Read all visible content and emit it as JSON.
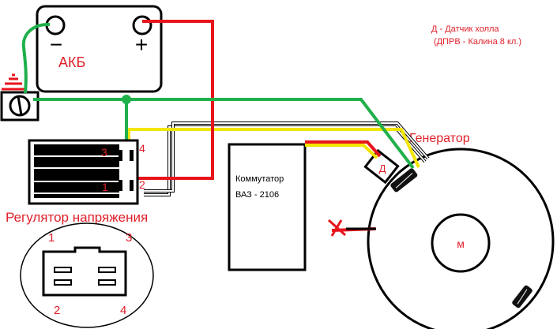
{
  "legend": {
    "line1": "Д - Датчик холла",
    "line2": "(ДПРВ - Калина 8 кл.)"
  },
  "battery": {
    "label": "АКБ",
    "minus": "−",
    "plus": "+"
  },
  "generator": {
    "label": "Генератор",
    "hall_sensor": "Д",
    "center": "м"
  },
  "commutator": {
    "line1": "Коммутатор",
    "line2": "ВАЗ - 2106"
  },
  "regulator": {
    "label": "Регулятор напряжения",
    "pin1": "1",
    "pin2": "2",
    "pin3": "3",
    "pin4": "4"
  },
  "connector": {
    "pin1": "1",
    "pin2": "2",
    "pin3": "3",
    "pin4": "4"
  },
  "colors": {
    "red": "#e8141c",
    "green": "#1fb04a",
    "yellow": "#f2e600",
    "black": "#000000",
    "label_red": "#e0202a"
  }
}
